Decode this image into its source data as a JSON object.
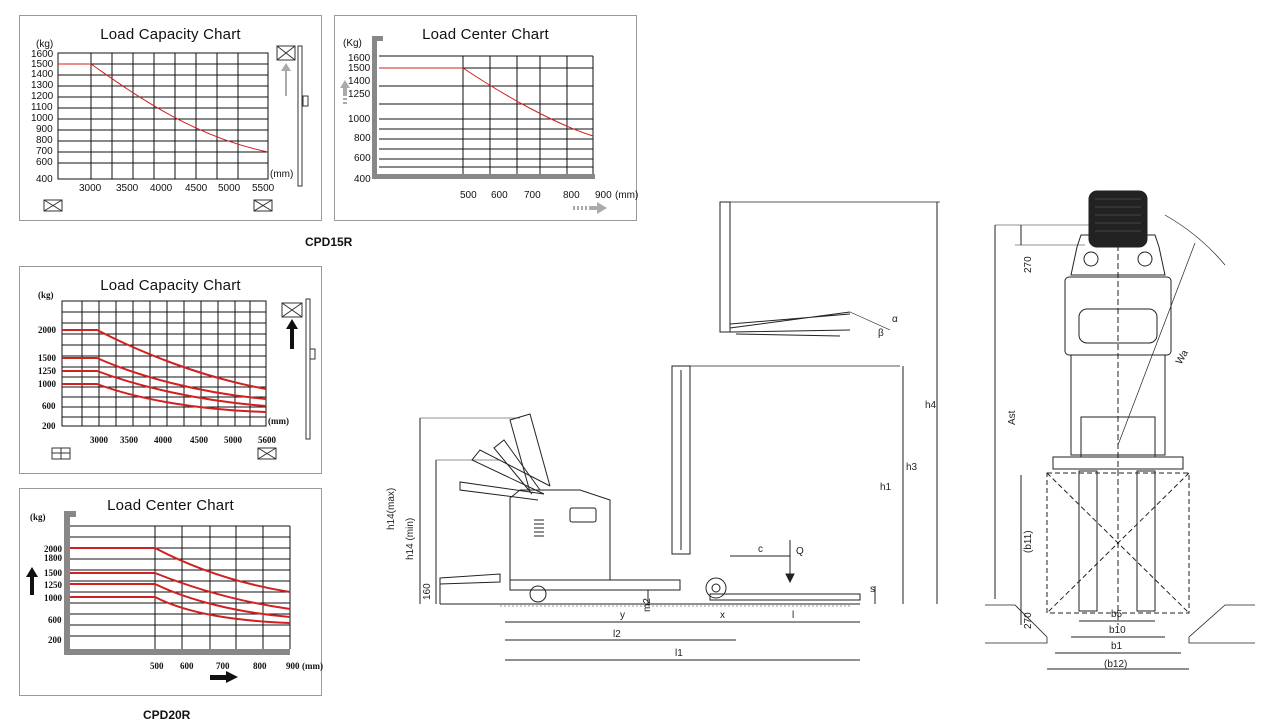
{
  "charts": {
    "c1": {
      "title": "Load Capacity Chart",
      "unit_y": "(kg)",
      "unit_x": "(mm)",
      "y_ticks": [
        "1600",
        "1500",
        "1400",
        "1300",
        "1200",
        "1100",
        "1000",
        "900",
        "800",
        "700",
        "600",
        "400"
      ],
      "x_ticks": [
        "3000",
        "3500",
        "4000",
        "4500",
        "5000",
        "5500"
      ]
    },
    "c2": {
      "title": "Load Center Chart",
      "unit_y": "(Kg)",
      "unit_x": "(mm)",
      "y_ticks": [
        "1600",
        "1500",
        "1400",
        "1250",
        "1000",
        "800",
        "600",
        "400"
      ],
      "x_ticks": [
        "500",
        "600",
        "700",
        "800",
        "900"
      ]
    },
    "c3": {
      "title": "Load Capacity Chart",
      "unit_y": "(kg)",
      "unit_x": "(mm)",
      "y_ticks": [
        "2000",
        "1500",
        "1250",
        "1000",
        "600",
        "200"
      ],
      "x_ticks": [
        "3000",
        "3500",
        "4000",
        "4500",
        "5000",
        "5600"
      ]
    },
    "c4": {
      "title": "Load Center Chart",
      "unit_y": "(kg)",
      "unit_x": "(mm)",
      "y_ticks": [
        "2000",
        "1800",
        "1500",
        "1250",
        "1000",
        "600",
        "200"
      ],
      "x_ticks": [
        "500",
        "600",
        "700",
        "800",
        "900"
      ]
    }
  },
  "models": {
    "m1": "CPD15R",
    "m2": "CPD20R"
  },
  "dims": {
    "h4": "h4",
    "h3": "h3",
    "h1": "h1",
    "h14max": "h14(max)",
    "h14min": "h14 (min)",
    "d160": "160",
    "c": "c",
    "Q": "Q",
    "s": "s",
    "y": "y",
    "m2": "m2",
    "x": "x",
    "l": "l",
    "l2": "l2",
    "l1": "l1",
    "alpha": "α",
    "beta": "β",
    "d270": "270",
    "ast": "Ast",
    "wa": "Wa",
    "b11": "(b11)",
    "b5": "b5",
    "b10": "b10",
    "b1": "b1",
    "b12": "(b12)",
    "d270b": "270"
  },
  "colors": {
    "curve": "#d21f1f",
    "curve_thin": "#c8323c",
    "frame": "#888888"
  }
}
